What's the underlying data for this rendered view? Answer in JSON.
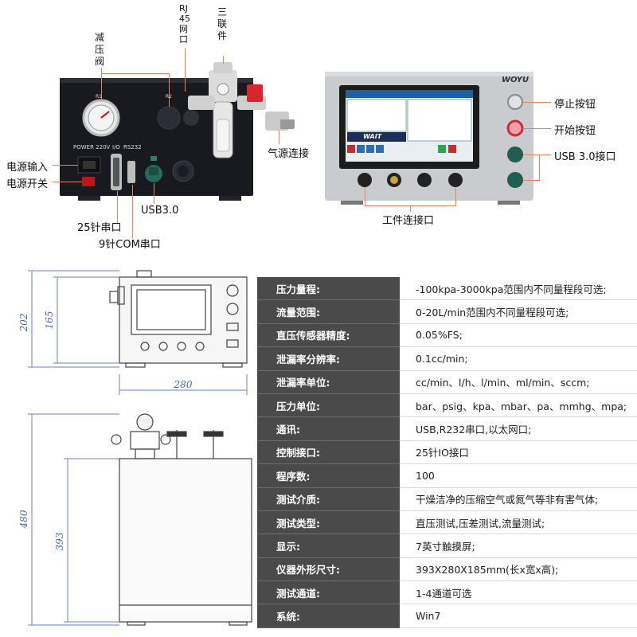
{
  "left_device": {
    "callouts": {
      "pressure_valve": "减压阀",
      "rj45": "RJ45网口",
      "triplex": "三联件",
      "power_in": "电源输入",
      "power_switch": "电源开关",
      "pin25": "25针串口",
      "com9": "9针COM串口",
      "usb30": "USB3.0",
      "air_connect": "气源连接"
    },
    "panel_text": {
      "power": "POWER 220V",
      "io": "I/O",
      "rs232": "RS232",
      "r1": "R1",
      "r2": "R2"
    }
  },
  "right_device": {
    "brand": "WOYU",
    "callouts": {
      "stop": "停止按钮",
      "start": "开始按钮",
      "usb": "USB 3.0接口",
      "workpiece": "工件连接口"
    },
    "screen": {
      "wait": "WAIT"
    }
  },
  "dimensions": {
    "front_height_total": "202",
    "front_height_body": "165",
    "front_width": "280",
    "side_height_total": "480",
    "side_height_body": "393"
  },
  "specs": [
    {
      "key": "压力量程:",
      "value": "-100kpa-3000kpa范围内不同量程段可选;"
    },
    {
      "key": "流量范围:",
      "value": "0-20L/min范围内不同量程段可选;"
    },
    {
      "key": "直压传感器精度:",
      "value": "0.05%FS;"
    },
    {
      "key": "泄漏率分辨率:",
      "value": "0.1cc/min;"
    },
    {
      "key": "泄漏率单位:",
      "value": "cc/min、l/h、l/min、ml/min、sccm;"
    },
    {
      "key": "压力单位:",
      "value": "bar、psig、kpa、mbar、pa、mmhg、mpa;"
    },
    {
      "key": "通讯:",
      "value": "USB,R232串口,以太网口;"
    },
    {
      "key": "控制接口:",
      "value": "25针IO接口"
    },
    {
      "key": "程序数:",
      "value": "100"
    },
    {
      "key": "测试介质:",
      "value": "干燥洁净的压缩空气或氮气等非有害气体;"
    },
    {
      "key": "测试类型:",
      "value": "直压测试,压差测试,流量测试;"
    },
    {
      "key": "显示:",
      "value": "7英寸触摸屏;"
    },
    {
      "key": "仪器外形尺寸:",
      "value": "393X280X185mm(长x宽x高);"
    },
    {
      "key": "测试通道:",
      "value": "1-4通道可选"
    },
    {
      "key": "系统:",
      "value": "Win7"
    }
  ]
}
